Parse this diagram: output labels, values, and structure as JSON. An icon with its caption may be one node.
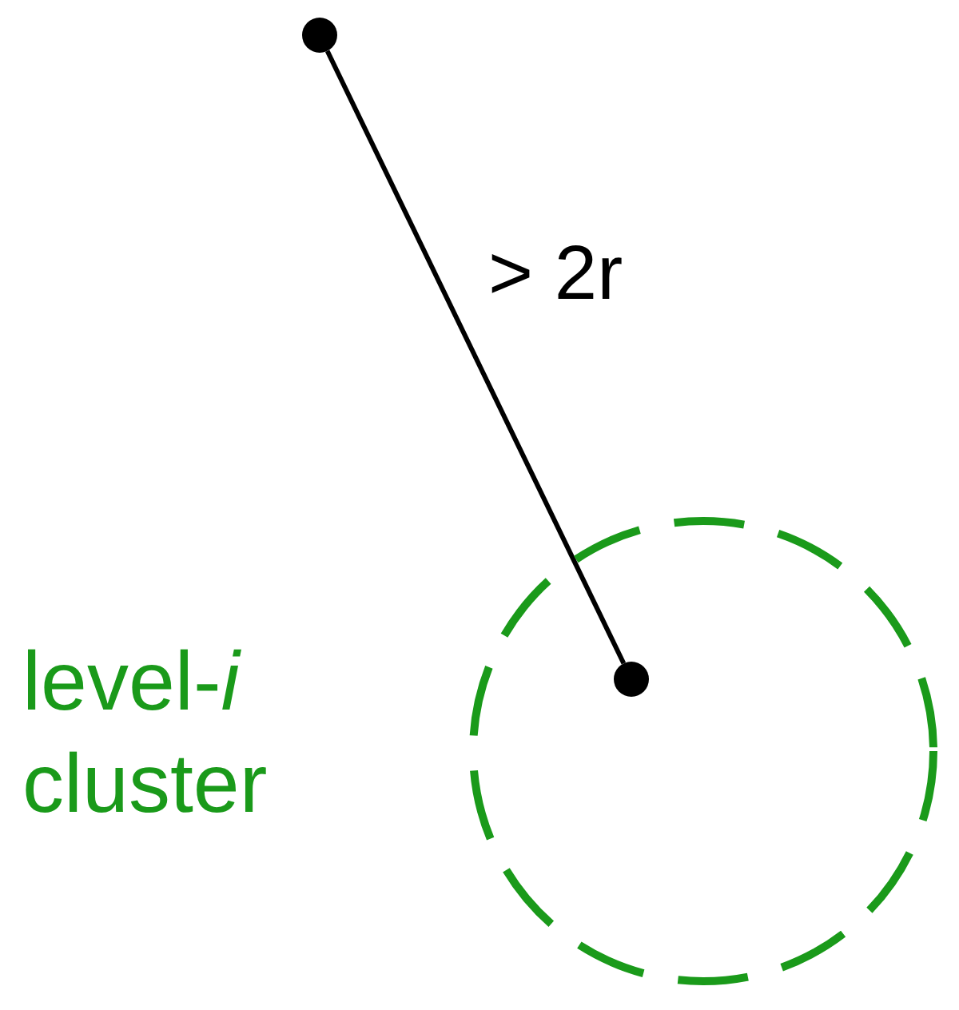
{
  "diagram": {
    "nodes": [
      {
        "text": [],
        "shape": "dot"
      },
      {
        "text": [],
        "shape": "circle",
        "beside": [
          "level-*i* cluster"
        ]
      },
      {
        "text": [],
        "shape": "dot",
        "in": 1
      }
    ],
    "edges": [
      {
        "from": 0,
        "to": 2,
        "arrow": "none",
        "label": "> 2r"
      }
    ]
  }
}
